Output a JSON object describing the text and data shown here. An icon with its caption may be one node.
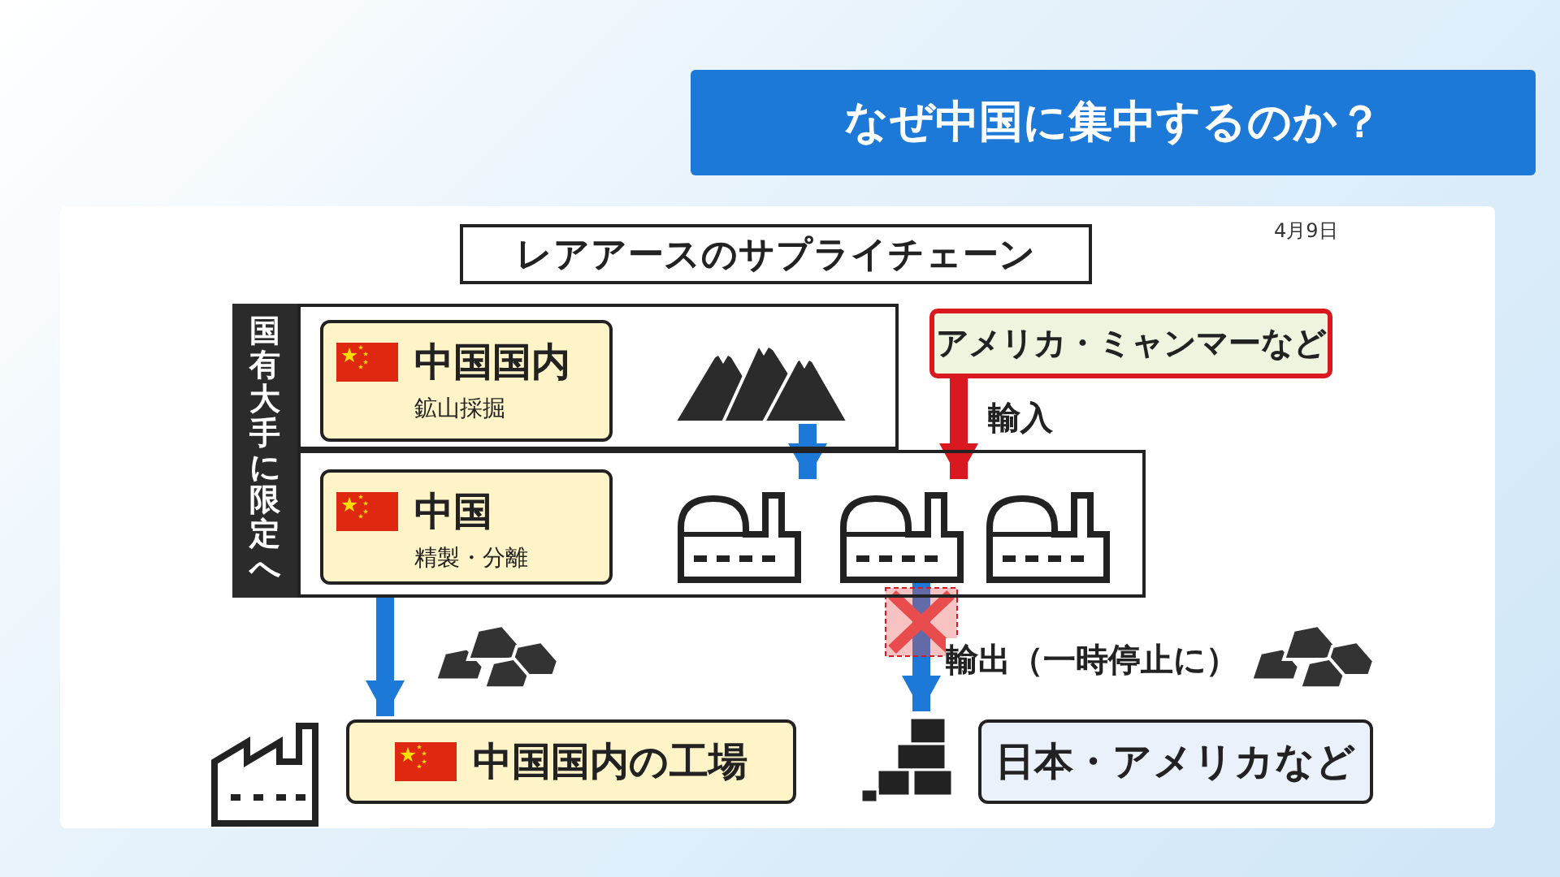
{
  "diagram": {
    "title": "なぜ中国に集中するのか？",
    "nodes": [
      {
        "text": [
          "レアアースのサプライチェーン"
        ]
      },
      {
        "text": [
          "国有大手に限定へ"
        ]
      },
      {
        "text": [],
        "shape": "box"
      },
      {
        "text": [
          "中国国内",
          "鉱山採掘"
        ],
        "in": 2
      },
      {
        "text": [],
        "shape": "picture",
        "in": 2
      },
      {
        "text": [
          "アメリカ・ミャンマーなど"
        ]
      },
      {
        "text": [],
        "shape": "box"
      },
      {
        "text": [
          "中国",
          "精製・分離"
        ],
        "in": 6
      },
      {
        "text": [],
        "shape": "picture",
        "in": 6
      },
      {
        "text": [
          "中国国内の工場"
        ]
      },
      {
        "text": [],
        "shape": "picture"
      },
      {
        "text": [
          "日本・アメリカなど"
        ]
      }
    ],
    "edges": [
      {
        "from": 4,
        "to": 8,
        "arrow": "to"
      },
      {
        "from": 5,
        "to": 8,
        "arrow": "to",
        "label": "輸入",
        "color": "#d9191f"
      },
      {
        "from": 6,
        "to": 9,
        "arrow": "to"
      },
      {
        "from": 8,
        "to": 10,
        "arrow": "to",
        "label": "輸出（一時停止に）"
      }
    ],
    "labels": [
      "4月9日"
    ]
  }
}
